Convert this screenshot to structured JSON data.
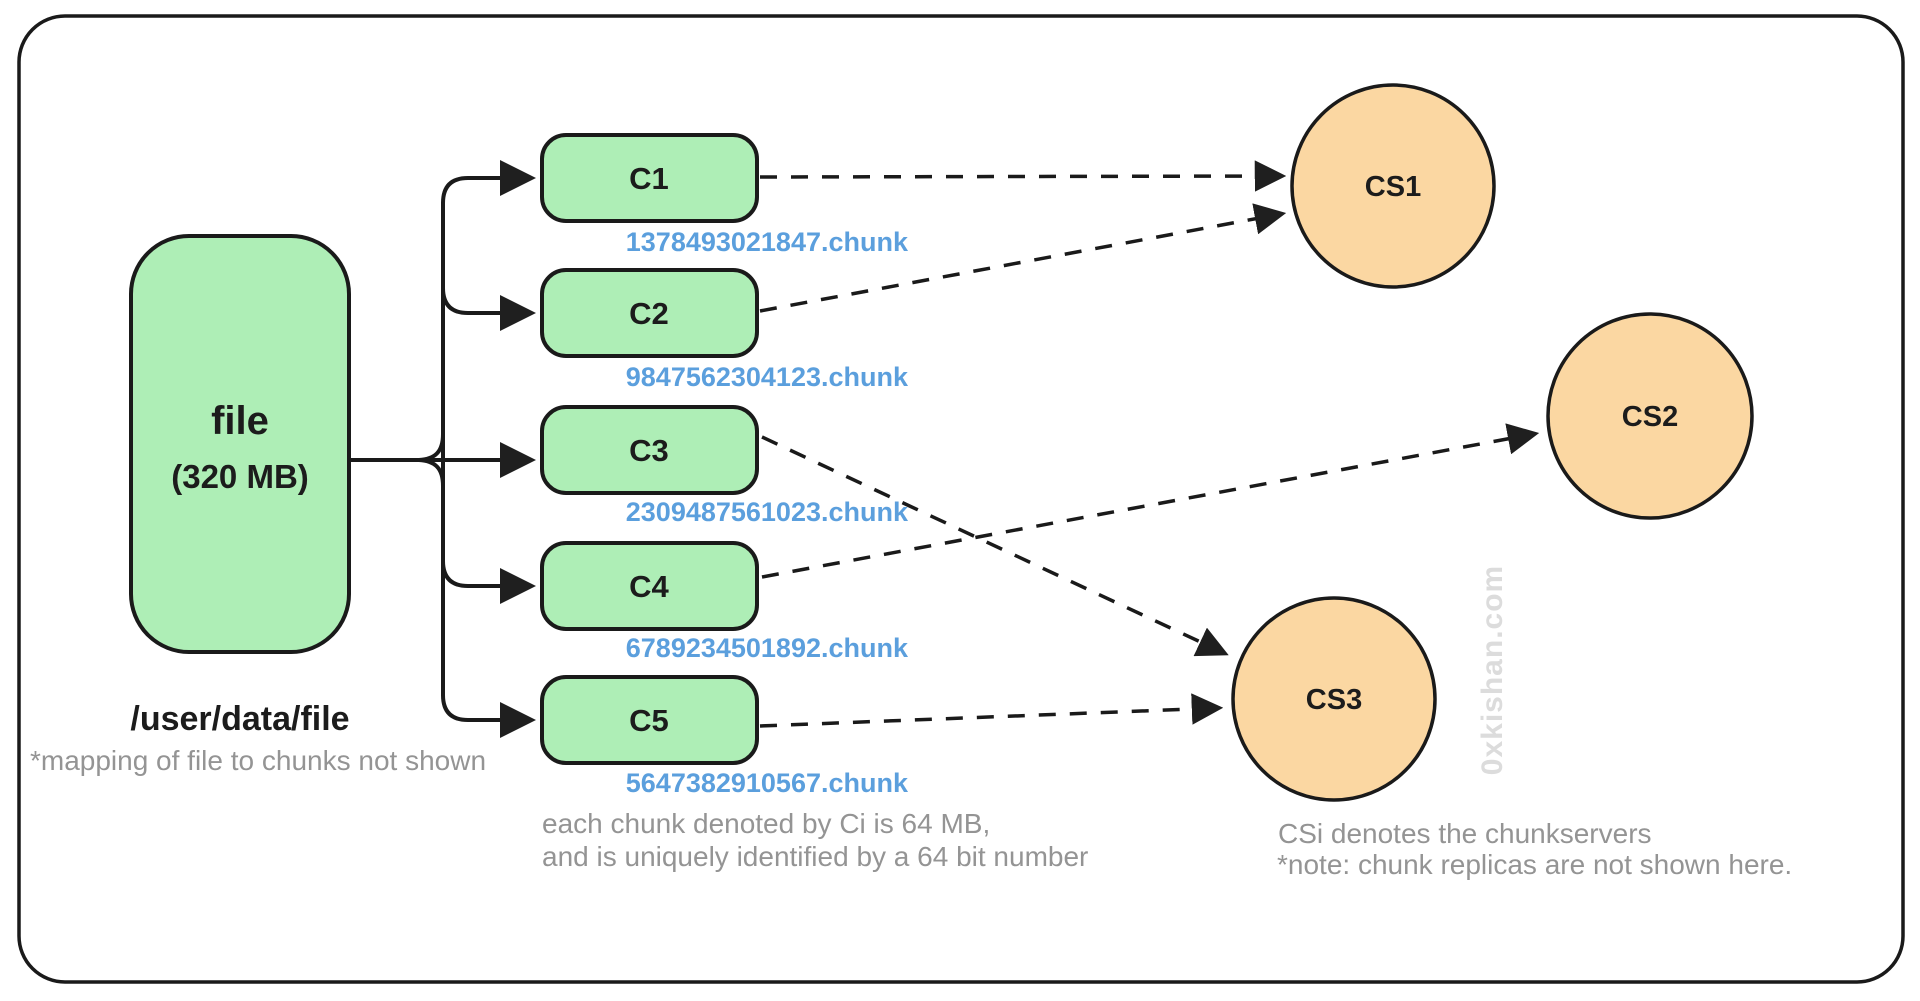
{
  "colors": {
    "outline": "#1a1a1a",
    "chunk_fill": "#aeeeb6",
    "server_fill": "#fbd7a2",
    "chunk_id_text": "#5b9fdd",
    "note_text": "#949494",
    "label_text": "#1c1c1c",
    "watermark": "#dcdcdc"
  },
  "file_node": {
    "label": "file",
    "size_label": "(320 MB)",
    "path_label": "/user/data/file",
    "mapping_note": "*mapping of file to chunks not shown"
  },
  "chunks": [
    {
      "label": "C1",
      "id": "1378493021847.chunk"
    },
    {
      "label": "C2",
      "id": "9847562304123.chunk"
    },
    {
      "label": "C3",
      "id": "2309487561023.chunk"
    },
    {
      "label": "C4",
      "id": "6789234501892.chunk"
    },
    {
      "label": "C5",
      "id": "5647382910567.chunk"
    }
  ],
  "chunk_note_line1": "each chunk denoted by Ci is 64 MB,",
  "chunk_note_line2": "and is uniquely identified by a 64 bit number",
  "servers": [
    {
      "label": "CS1"
    },
    {
      "label": "CS2"
    },
    {
      "label": "CS3"
    }
  ],
  "server_note_line1": "CSi denotes the chunkservers",
  "server_note_line2": "*note: chunk replicas are not shown here.",
  "watermark": "0xkishan.com"
}
